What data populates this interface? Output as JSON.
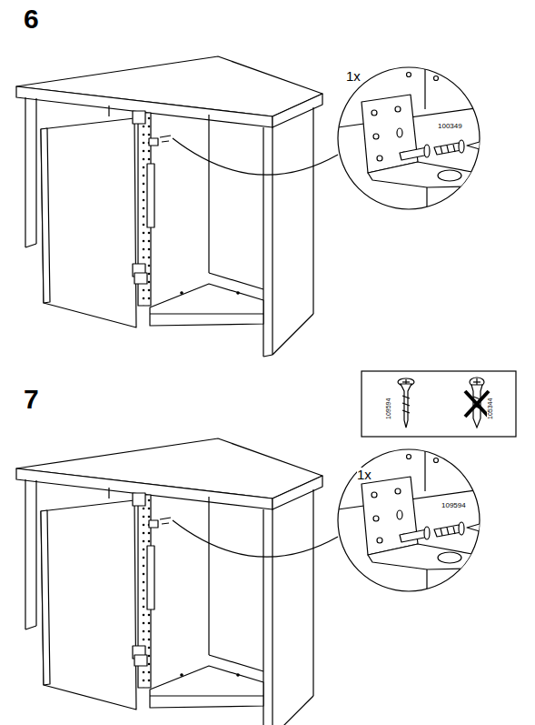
{
  "diagram": {
    "labels": [
      "6",
      "1x",
      "100349",
      "7",
      "109594",
      "105344",
      "1x",
      "109594"
    ]
  }
}
